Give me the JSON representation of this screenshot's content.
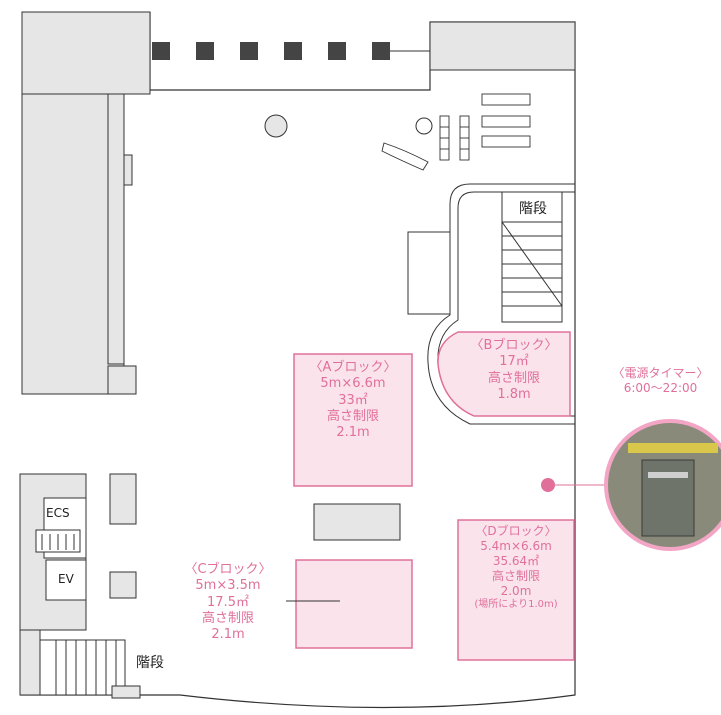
{
  "stairs_label_top": "階段",
  "stairs_label_bottom": "階段",
  "ecs_label": "ECS",
  "ev_label": "EV",
  "block_a": {
    "title": "〈Aブロック〉",
    "dims": "5m×6.6m",
    "area": "33㎡",
    "height_label": "高さ制限",
    "height_value": "2.1m"
  },
  "block_b": {
    "title": "〈Bブロック〉",
    "area": "17㎡",
    "height_label": "高さ制限",
    "height_value": "1.8m"
  },
  "block_c": {
    "title": "〈Cブロック〉",
    "dims": "5m×3.5m",
    "area": "17.5㎡",
    "height_label": "高さ制限",
    "height_value": "2.1m"
  },
  "block_d": {
    "title": "〈Dブロック〉",
    "dims": "5.4m×6.6m",
    "area": "35.64㎡",
    "height_label": "高さ制限",
    "height_value": "2.0m",
    "note": "(場所により1.0m)"
  },
  "power_timer": {
    "title": "〈電源タイマー〉",
    "hours": "6:00〜22:00"
  },
  "colors": {
    "accent": "#e0709a",
    "block_fill": "#fbe3ec",
    "structure_fill": "#e6e6e6",
    "column": "#444444"
  }
}
